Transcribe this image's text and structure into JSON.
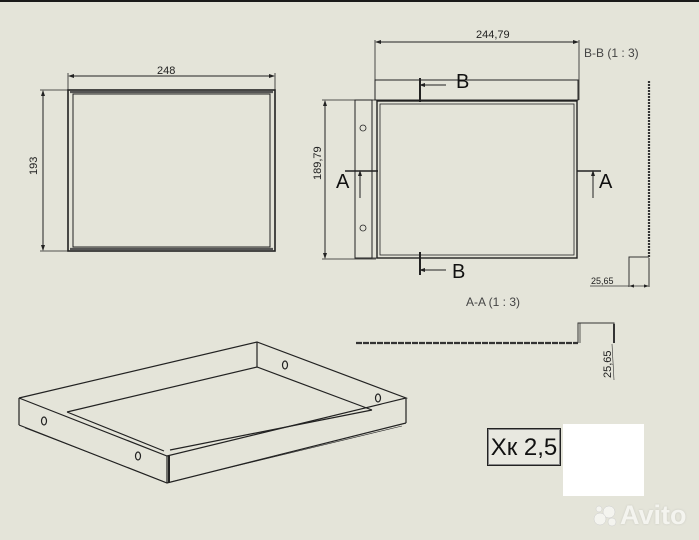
{
  "drawing": {
    "top_view": {
      "width_dim": "248",
      "height_dim": "193"
    },
    "front_view": {
      "width_dim": "244,79",
      "height_dim": "189,79",
      "section_b_top": "B",
      "section_b_bottom": "B",
      "section_a_left": "A",
      "section_a_right": "A"
    },
    "section_bb": {
      "label": "B-B (1 : 3)",
      "dim": "25,65"
    },
    "section_aa": {
      "label": "A-A (1 : 3)",
      "dim": "25,65"
    },
    "isometric_view": {
      "name": "tray isometric"
    },
    "material_tag": {
      "text": "Хк 2,5"
    },
    "watermark": {
      "text": "Avito"
    }
  },
  "colors": {
    "background": "#e4e4d9",
    "line": "#222222",
    "tag_bg": "#e8e8e0"
  }
}
